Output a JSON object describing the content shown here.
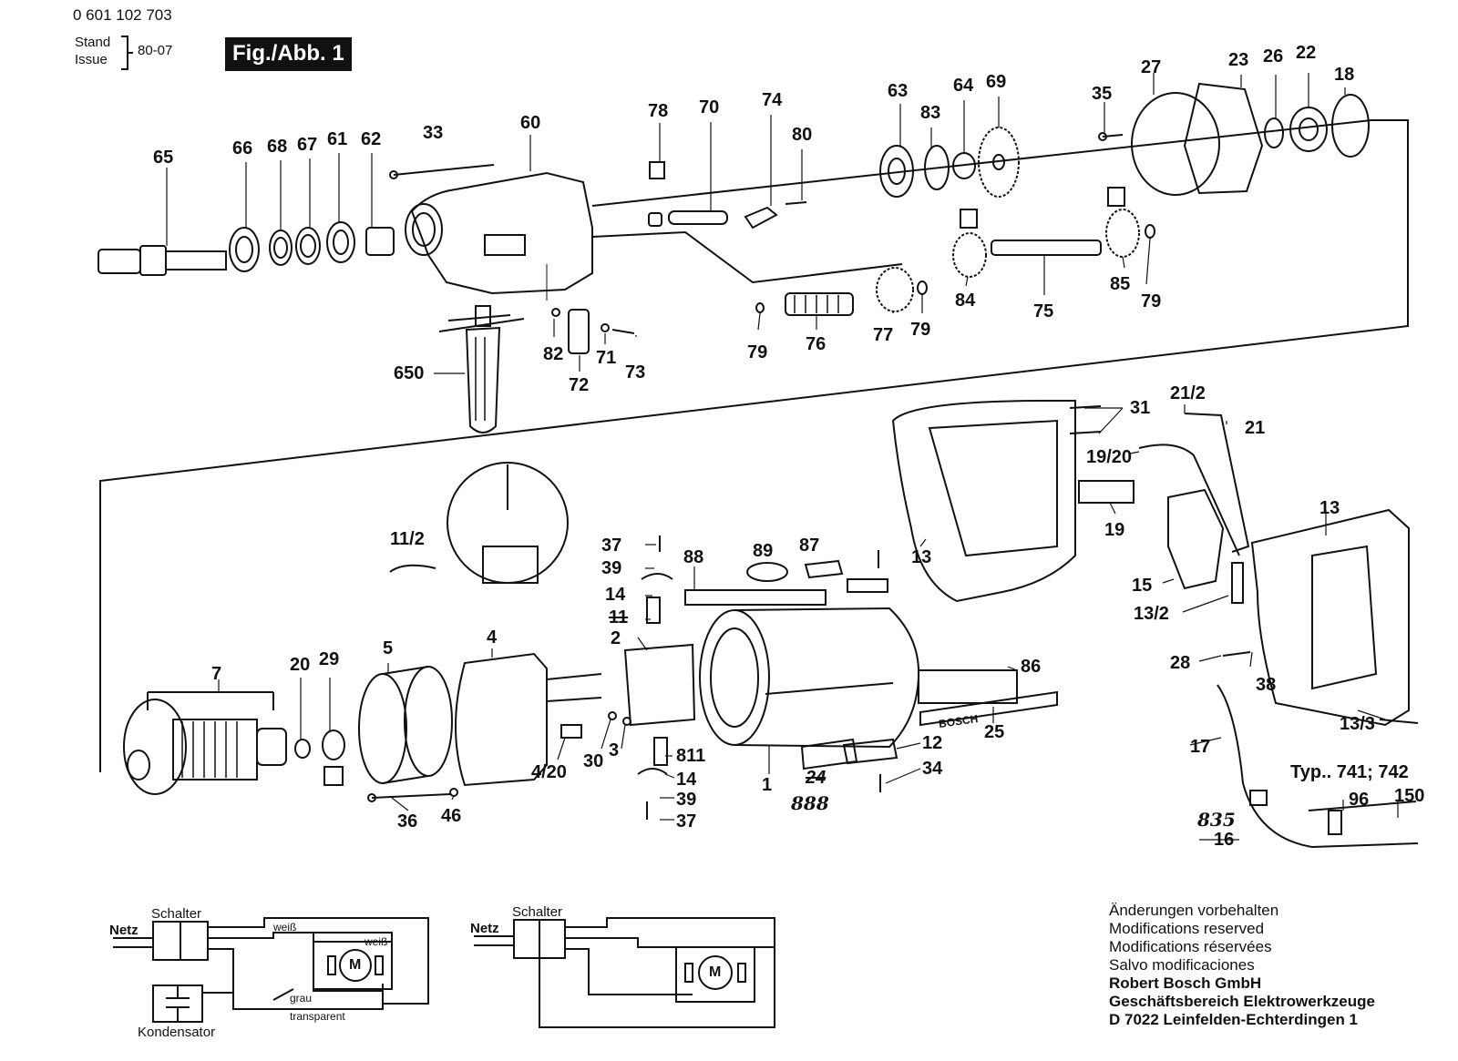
{
  "header": {
    "part_number": "0 601 102 703",
    "stand_label": "Stand",
    "issue_label": "Issue",
    "stand_value": "80-07",
    "figure_label": "Fig./Abb. 1"
  },
  "parts_upper": [
    "65",
    "66",
    "68",
    "67",
    "61",
    "62",
    "33",
    "60",
    "78",
    "70",
    "74",
    "80",
    "63",
    "83",
    "64",
    "69",
    "35",
    "27",
    "23",
    "26",
    "22",
    "18",
    "650",
    "82",
    "71",
    "73",
    "72",
    "79",
    "76",
    "77",
    "79",
    "84",
    "75",
    "85",
    "79"
  ],
  "parts_lower": [
    "11/2",
    "37",
    "39",
    "14",
    "11",
    "2",
    "88",
    "89",
    "87",
    "31",
    "21/2",
    "21",
    "19/20",
    "19",
    "13",
    "15",
    "13/2",
    "13",
    "28",
    "38",
    "13/3",
    "17",
    "7",
    "20",
    "29",
    "5",
    "4",
    "4/20",
    "30",
    "3",
    "811",
    "14",
    "39",
    "37",
    "1",
    "86",
    "25",
    "12",
    "34",
    "24",
    "888",
    "36",
    "46",
    "835",
    "16",
    "96",
    "150"
  ],
  "type_label": "Typ.. 741; 742",
  "brand_label": "BOSCH",
  "wiring": {
    "left": {
      "netz": "Netz",
      "schalter": "Schalter",
      "weiss1": "weiß",
      "weiss2": "weiß",
      "grau": "grau",
      "transparent": "transparent",
      "kondensator": "Kondensator",
      "motor": "M"
    },
    "right": {
      "netz": "Netz",
      "schalter": "Schalter",
      "motor": "M"
    }
  },
  "notes": {
    "lines": [
      "Änderungen vorbehalten",
      "Modifications reserved",
      "Modifications réservées",
      "Salvo modificaciones"
    ],
    "company": [
      "Robert Bosch GmbH",
      "Geschäftsbereich Elektrowerkzeuge",
      "D 7022 Leinfelden-Echterdingen 1"
    ]
  }
}
